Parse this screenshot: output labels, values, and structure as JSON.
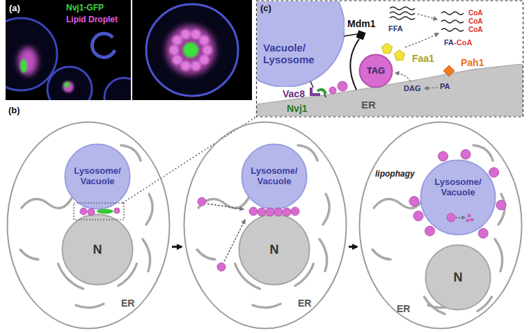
{
  "diagram": {
    "nodes": [
      {
        "text": [
          "Vacuole/ Lysosome"
        ]
      },
      {
        "text": [
          "ER"
        ]
      },
      {
        "text": [
          "TAG"
        ]
      },
      {
        "text": [
          "ER"
        ]
      },
      {
        "text": [
          "Lysosome/ Vacuole"
        ],
        "in": 3
      },
      {
        "text": [
          "N"
        ],
        "in": 3
      },
      {
        "text": [
          "ER"
        ]
      },
      {
        "text": [
          "Lysosome/ Vacuole"
        ],
        "in": 6
      },
      {
        "text": [
          "N"
        ],
        "in": 6
      },
      {
        "text": [
          "ER"
        ]
      },
      {
        "text": [
          "Lysosome/ Vacuole"
        ],
        "in": 9
      },
      {
        "text": [
          "N"
        ],
        "in": 9
      }
    ],
    "edges": [
      {
        "from": 3,
        "to": 6,
        "arrow": "to"
      },
      {
        "from": 6,
        "to": 9,
        "arrow": "to"
      }
    ],
    "labels": [
      "(a)",
      "Nvj1-GFP",
      "Lipid Droplet",
      "(c)",
      "Mdm1",
      "FFA",
      "FA-CoA",
      "CoA",
      "CoA",
      "CoA",
      "Faa1",
      "Pah1",
      "DAG",
      "PA",
      "Vac8",
      "Nvj1",
      "(b)",
      "lipophagy"
    ]
  }
}
